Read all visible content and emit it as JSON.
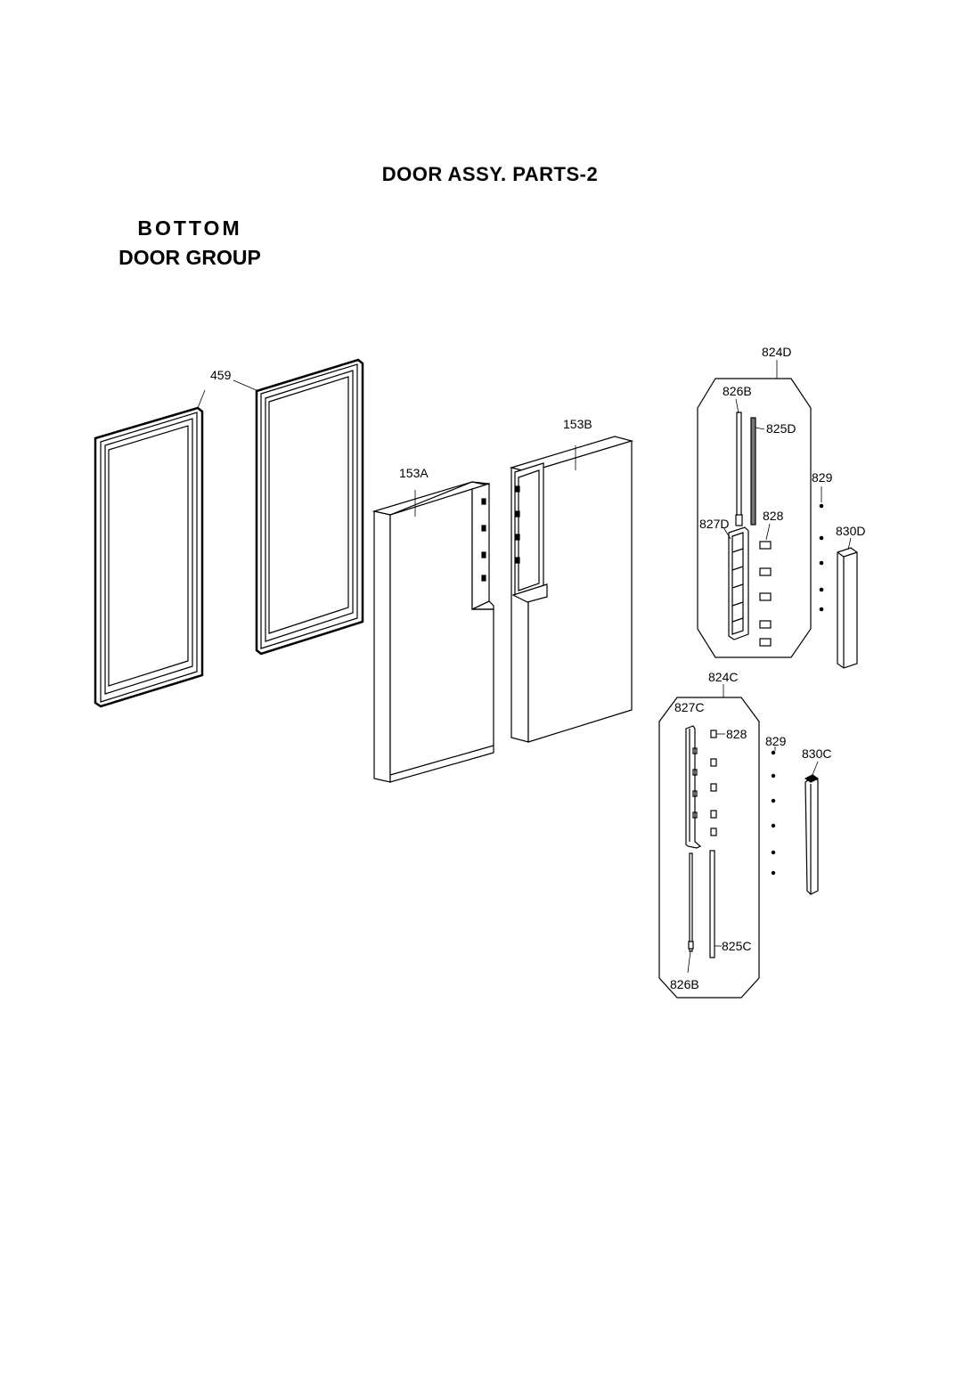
{
  "title": "DOOR ASSY. PARTS-2",
  "group": {
    "line1": "BOTTOM",
    "line2": "DOOR GROUP"
  },
  "labels": {
    "p459": "459",
    "p153A": "153A",
    "p153B": "153B",
    "p824D": "824D",
    "p826B_top": "826B",
    "p825D": "825D",
    "p829_top": "829",
    "p827D": "827D",
    "p828_top": "828",
    "p830D": "830D",
    "p824C": "824C",
    "p827C": "827C",
    "p828_bottom": "828",
    "p829_bottom": "829",
    "p830C": "830C",
    "p825C": "825C",
    "p826B_bottom": "826B"
  }
}
